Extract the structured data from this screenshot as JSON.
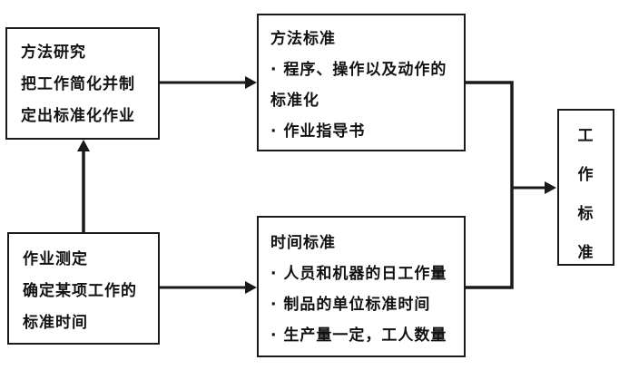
{
  "diagram": {
    "nodes": {
      "method_study": {
        "title": "方法研究",
        "lines": [
          "把工作简化并制",
          "定出标准化作业"
        ]
      },
      "work_measurement": {
        "title": "作业测定",
        "lines": [
          "确定某项工作的",
          "标准时间"
        ]
      },
      "method_standard": {
        "title": "方法标准",
        "lines": [
          "· 程序、操作以及动作的",
          "标准化",
          "· 作业指导书"
        ]
      },
      "time_standard": {
        "title": "时间标准",
        "lines": [
          "· 人员和机器的日工作量",
          "· 制品的单位标准时间",
          "· 生产量一定，工人数量"
        ]
      },
      "work_standard": {
        "title": "工作标准"
      }
    },
    "colors": {
      "line": "#1a1a1a",
      "border": "#1a1a1a",
      "background": "#ffffff",
      "text": "#111111"
    }
  }
}
